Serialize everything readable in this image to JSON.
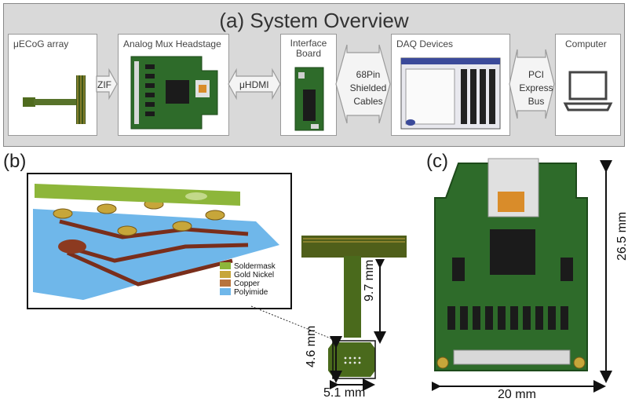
{
  "panel_a": {
    "label": "(a)",
    "title": "System Overview",
    "stages": [
      "μECoG array",
      "Analog Mux Headstage",
      "Interface Board",
      "DAQ Devices",
      "Computer"
    ],
    "connectors": [
      "ZIF",
      "μHDMI",
      "68Pin Shielded Cables",
      "PCI Express Bus"
    ]
  },
  "panel_b": {
    "label": "(b)",
    "legend": [
      {
        "label": "Soldermask",
        "color": "#8db63a"
      },
      {
        "label": "Gold Nickel",
        "color": "#c7a63a"
      },
      {
        "label": "Copper",
        "color": "#b8743d"
      },
      {
        "label": "Polyimide",
        "color": "#6fb7ea"
      }
    ],
    "dimensions": {
      "stem": "9.7 mm",
      "tip_height": "4.6 mm",
      "tip_width": "5.1 mm"
    }
  },
  "panel_c": {
    "label": "(c)",
    "dimensions": {
      "height": "26.5 mm",
      "width": "20 mm"
    }
  },
  "colors": {
    "pcb_green": "#2e6b2a",
    "flex_green": "#4f6b1e",
    "polyimide_blue": "#6fb7ea",
    "soldermask_green": "#8db63a"
  }
}
